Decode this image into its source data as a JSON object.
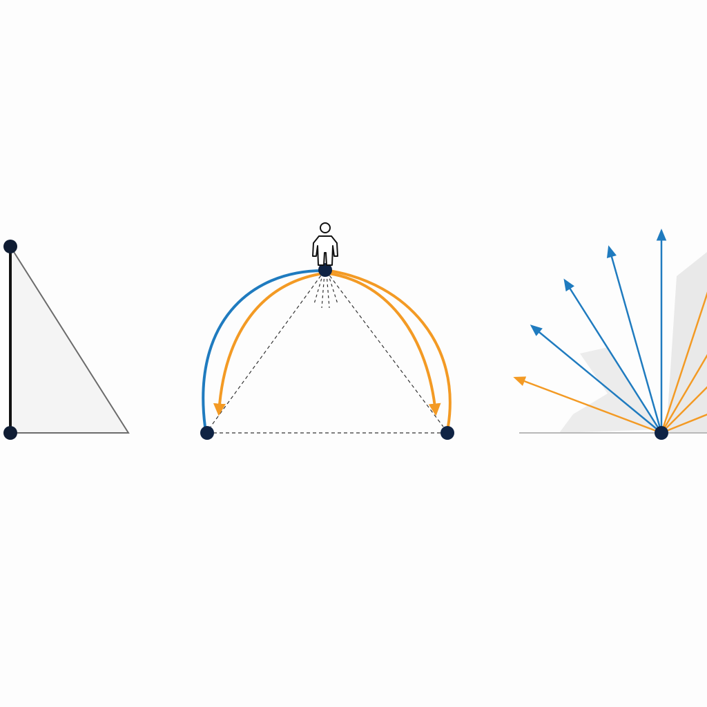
{
  "diagram": {
    "panels": [
      {
        "id": "right-triangle",
        "label": ""
      },
      {
        "id": "walker-arcs",
        "label": ""
      },
      {
        "id": "ray-fan",
        "label": ""
      }
    ]
  },
  "colors": {
    "background": "#fdfdfd",
    "node": "#0f2344",
    "blue": "#1f7bbf",
    "orange": "#f39a24",
    "triangle_fill": "#f4f4f4",
    "triangle_stroke": "#6b6b6b",
    "shadow": "#e9e9e9",
    "dashed": "#333333"
  },
  "icons": {
    "person": "person-icon",
    "arrowhead": "arrowhead-icon"
  }
}
